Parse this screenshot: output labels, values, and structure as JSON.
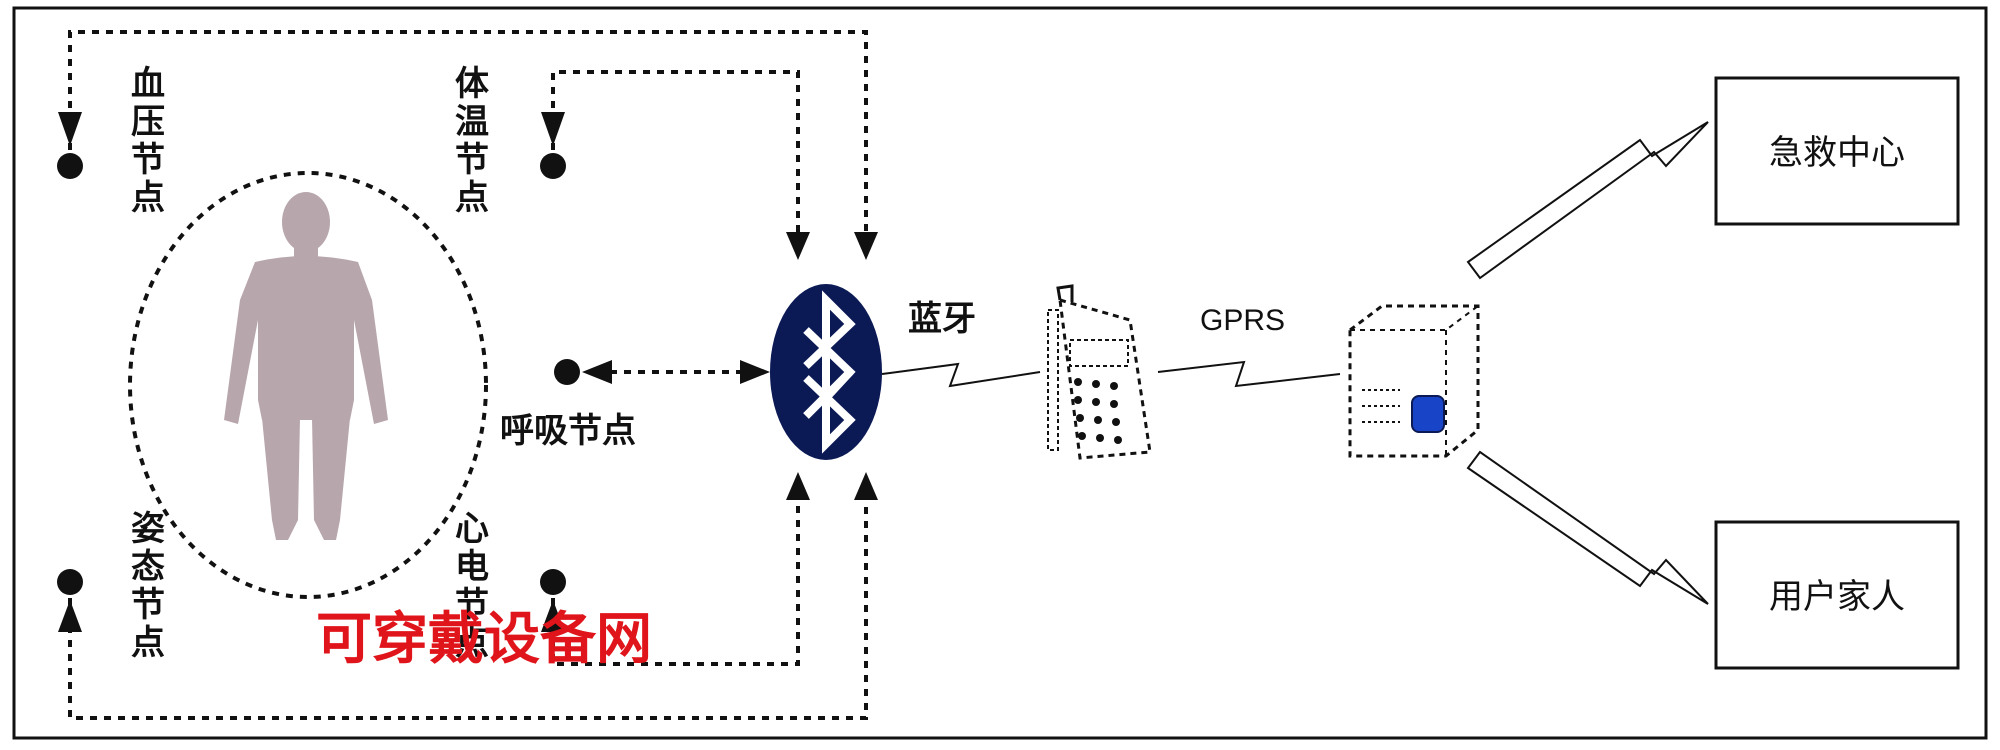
{
  "nodes": {
    "blood_pressure": "血压节点",
    "temperature": "体温节点",
    "breathing": "呼吸节点",
    "posture": "姿态节点",
    "ecg": "心电节点"
  },
  "links": {
    "bluetooth": "蓝牙",
    "gprs": "GPRS"
  },
  "destinations": {
    "emergency_center": "急救中心",
    "family": "用户家人"
  },
  "watermark": "可穿戴设备网",
  "icons": [
    "human-body-icon",
    "bluetooth-icon",
    "mobile-phone-icon",
    "server-icon"
  ],
  "colors": {
    "bluetooth": "#0b1a55",
    "watermark": "#e0151b",
    "body": "#b8a6ad",
    "server-accent": "#1844c8"
  }
}
